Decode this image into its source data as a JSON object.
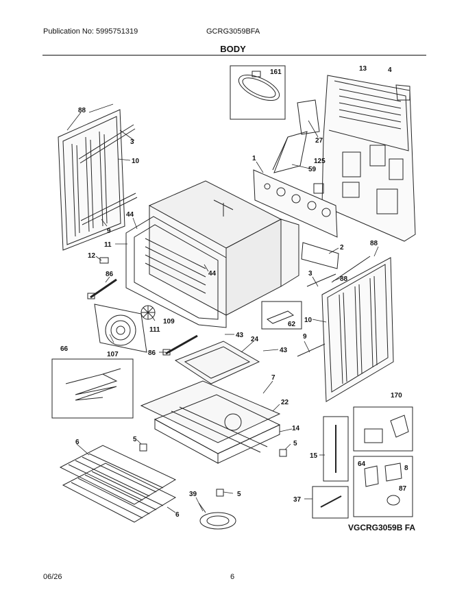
{
  "header": {
    "publication": "Publication No: 5995751319",
    "model": "GCRG3059BFA",
    "section_title": "BODY"
  },
  "footer": {
    "date": "06/26",
    "page": "6"
  },
  "diagram_code": "VGCRG3059B FA",
  "callouts": {
    "c161": "161",
    "c13": "13",
    "c4": "4",
    "c88a": "88",
    "c3a": "3",
    "c10a": "10",
    "c27": "27",
    "c125": "125",
    "c59": "59",
    "c1": "1",
    "c44a": "44",
    "c9a": "9",
    "c11": "11",
    "c12": "12",
    "c86a": "86",
    "c44b": "44",
    "c2": "2",
    "c88b": "88",
    "c3b": "3",
    "c88c": "88",
    "c109": "109",
    "c62": "62",
    "c10b": "10",
    "c111": "111",
    "c43a": "43",
    "c24": "24",
    "c43b": "43",
    "c9b": "9",
    "c66": "66",
    "c107": "107",
    "c86b": "86",
    "c7": "7",
    "c170": "170",
    "c22": "22",
    "c14": "14",
    "c6a": "6",
    "c5a": "5",
    "c5b": "5",
    "c15": "15",
    "c64": "64",
    "c8": "8",
    "c87": "87",
    "c39": "39",
    "c5c": "5",
    "c37": "37",
    "c6b": "6"
  }
}
